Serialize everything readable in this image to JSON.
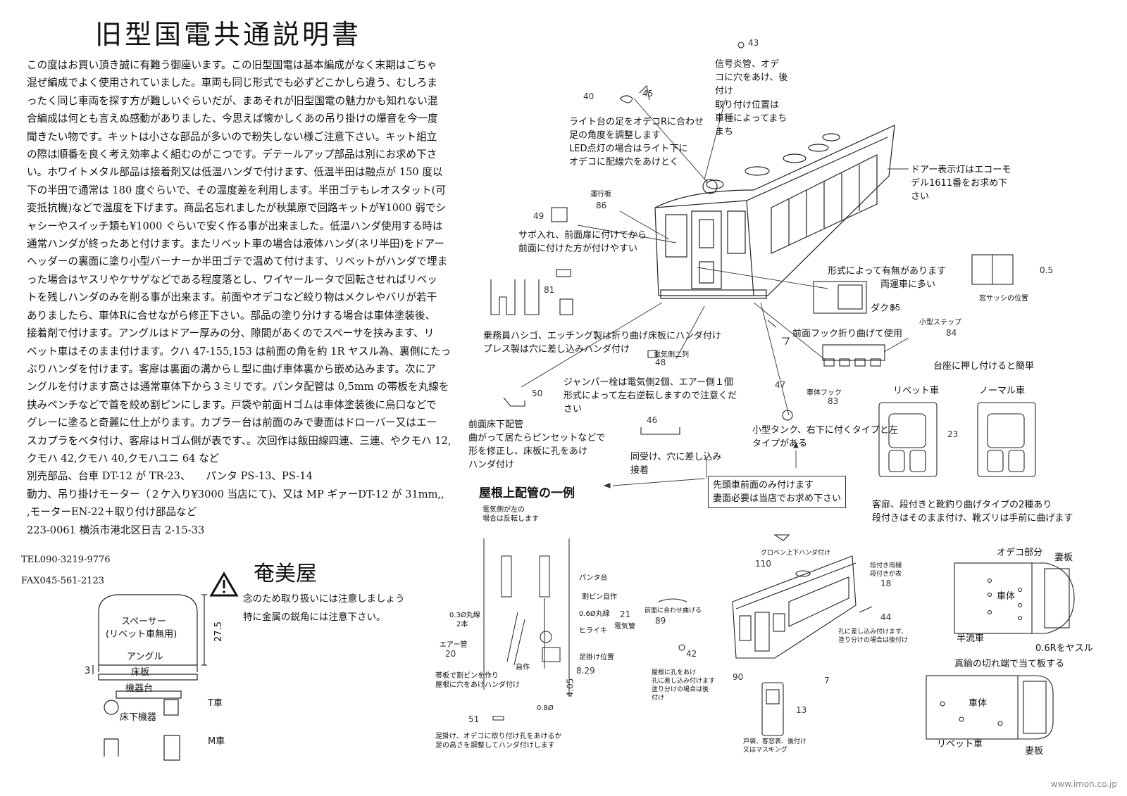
{
  "title": "旧型国電共通説明書",
  "body_lines": [
    "この度はお買い頂き誠に有難う御座います。この旧型国電は基本編成がなく末期はごちゃ",
    "混ぜ編成でよく使用されていました。車両も同じ形式でも必ずどこかしら違う、むしろま",
    "ったく同じ車両を探す方が難しいぐらいだが、まあそれが旧型国電の魅力かも知れない混",
    "合編成は何とも言えぬ感動がありました、今思えば懐かしくあの吊り掛けの爆音を今一度",
    "聞きたい物です。キットは小さな部品が多いので粉失しない様ご注意下さい。キット組立",
    "の際は順番を良く考え効率よく組むのがこつです。デテールアップ部品は別にお求め下さ",
    "い。ホワイトメタル部品は接着剤又は低温ハンダで付けます、低温半田は融点が 150 度以",
    "下の半田で通常は 180 度ぐらいで、その温度差を利用します。半田ゴテもレオスタット(可",
    "変抵抗機)などで温度を下げます。商品名忘れましたが秋葉原で回路キットが¥1000 弱でシ",
    "ャシーやスイッチ類も¥1000 ぐらいで安く作る事が出来ました。低温ハンダ使用する時は",
    "通常ハンダが終ったあと付けます。またリベット車の場合は液体ハンダ(ネリ半田)をドアー",
    "ヘッダーの裏面に塗り小型バーナーか半田ゴテで温めて付けます、リベットがハンダで埋ま",
    "った場合はヤスリやケサゲなどである程度落とし、ワイヤールータで回転させればリベッ",
    "トを残しハンダのみを削る事が出来ます。前面やオデコなど絞り物はメクレやバリが若干",
    "ありましたら、車体Rに合せながら修正下さい。部品の塗り分けする場合は車体塗装後、",
    "接着剤で付けます。アングルはドアー厚みの分、隙間があくのでスペーサを挟みます、リ",
    "ベット車はそのまま付けます。クハ 47-155,153 は前面の角を約 1R ヤスル為、裏側にたっ",
    "ぷりハンダを付けます。客扉は裏面の溝からＬ型に曲げ車体裏から嵌め込みます。次にア",
    "ングルを付けます高さは通常車体下から３ミリです。パンタ配管は 0,5mm の帯板を丸線を",
    "挟みペンチなどで首を絞め割ピンにします。戸袋や前面Ｈゴムは車体塗装後に烏口などで",
    "グレーに塗ると奇麗に仕上がります。カプラー台は前面のみで妻面はドローバー又はエー",
    "スカプラをベタ付け、客扉はＨゴム側が表です、。次回作は飯田線四連、三連、やクモハ 12,",
    "クモハ 42,クモハ 40,クモハユニ 64 など",
    "別売部品、台車 DT-12 が TR-23、　　パンタ PS-13、PS-14",
    "動力、吊り掛けモーター（２ケ入り¥3000 当店にて)、又は MP ギァーDT-12 が 31mm,,",
    ",モーターEN-22＋取り付け部品など",
    "223-0061 横浜市港北区日吉 2-15-33"
  ],
  "shop_name": "奄美屋",
  "tel": "TEL090-3219-9776",
  "fax": "FAX045-561-2123",
  "warning_lines": [
    "念のため取り扱いには注意しましょう",
    "特に金属の鋭角には注意下さい。"
  ],
  "watermark": "www.imon.co.jp",
  "section_diagram": {
    "spacer": "スペーサー",
    "spacer_note": "(リベット車無用)",
    "angle": "アングル",
    "floor": "床板",
    "equip_base": "機器台",
    "underfloor": "床下機器",
    "t_car": "T車",
    "m_car": "M車",
    "dim_height": "27.5",
    "dim_3": "3"
  },
  "main_labels": {
    "signal_pipe": [
      "信号炎管、オデ",
      "コに穴をあけ、後",
      "付け"
    ],
    "signal_pos": [
      "取り付け位置は",
      "車種によってまち",
      "まち"
    ],
    "light_base": [
      "ライト台の足をオデコRに合わせ",
      "足の角度を調整します",
      "LED点灯の場合はライト下に",
      "オデコに配線穴をあけとく"
    ],
    "door_lamp": [
      "ドアー表示灯はエコーモ",
      "デル1611番をお求め下",
      "さい"
    ],
    "run_board": "運行板",
    "sabo": [
      "サボ入れ、前面扉に付けてから",
      "前面に付けた方が付けやすい"
    ],
    "form_varies": [
      "形式によって有無があります",
      "両運車に多い"
    ],
    "duct": "ダクト",
    "window_sash": "窓サッシの位置",
    "step_small": "小型ステップ",
    "front_hook": "前面フック折り曲げて使用",
    "crew_ladder": [
      "乗務員ハシゴ、エッチング製は折り曲げ床板にハンダ付け",
      "プレス製は穴に差し込みハンダ付け"
    ],
    "elec_two": "電気側二列",
    "jumper": [
      "ジャンパー栓は電気側2個、エアー側１個",
      "形式によって左右逆転しますので注意くだ",
      "さい"
    ],
    "body_hook": "車体フック",
    "press_base": "台座に押し付けると簡単",
    "rivet_car": "リベット車",
    "normal_car": "ノーマル車",
    "front_floor_pipe": [
      "前面床下配管",
      "曲がって居たらピンセットなどで",
      "形を修正し、床板に孔をあけ",
      "ハンダ付け"
    ],
    "same_recv": [
      "同受け、穴に差し込み",
      "接着"
    ],
    "small_tank": [
      "小型タンク、右下に付くタイプと左",
      "タイプがある"
    ],
    "lead_car_only": [
      "先頭車前面のみ付けます",
      "妻面必要は当店でお求め下さい"
    ],
    "door_types": [
      "客扉、段付きと靴釣り曲げタイプの2種あり",
      "段付きはそのまま付け、靴ズリは手前に曲げます"
    ],
    "roof_pipe_title": "屋根上配管の一例",
    "elec_left": [
      "電気側が左の",
      "場合は反転します"
    ],
    "panta_base": "パンタ台",
    "split_pin": "割ピン自作",
    "wire_06": "0.6Ø丸線",
    "wire_03": [
      "0.3Ø丸線",
      "2本"
    ],
    "elec_pipe": "電気管",
    "hiraki": "ヒライキ",
    "air_pipe": "エアー管",
    "self_made": "自作",
    "step_pos": "足掛け位置",
    "band_plate": [
      "帯板で割ピンを作り",
      "屋根に穴をあけハンダ付け"
    ],
    "step_note": [
      "足掛け、オデコに取り付け孔をあけるか",
      "足の高さを調整してハンダ付けします"
    ],
    "grab_solder": "グロベン上下ハンダ付け",
    "stepped_handrail": [
      "段付き雨樋",
      "段付きが表"
    ],
    "front_bend": "前面に合わせ曲げる",
    "insert_paint": [
      "孔に差し込み付けます、",
      "塗り分けの場合は後付け"
    ],
    "roof_hole": [
      "屋根に孔をあけ",
      "孔に差し込み付けます",
      "塗り分けの場合は後",
      "付け"
    ],
    "paint_after": [
      "戸袋、客窓表、後付け",
      "又はマスキング"
    ],
    "odeko_part": "オデコ部分",
    "end_plate": "妻板",
    "body": "車体",
    "half_flow": "半流車",
    "r06": "0.6Rをヤスル",
    "bend_edge": "真鍮の切れ端で当て板する",
    "wire_08": "0.8Ø"
  },
  "part_numbers": {
    "n43": "43",
    "n40": "40",
    "n45": "45",
    "n86": "86",
    "n49": "49",
    "n81": "81",
    "n85": "85",
    "n84": "84",
    "n48": "48",
    "n50": "50",
    "n83": "83",
    "n47": "47",
    "n46": "46",
    "n23": "23",
    "n05": "0.5",
    "n20": "20",
    "n21": "21",
    "n51": "51",
    "n110": "110",
    "n18": "18",
    "n89": "89",
    "n44": "44",
    "n42": "42",
    "n90": "90",
    "n7": "7",
    "n13": "13",
    "n829": "8.29",
    "n405": "4.05"
  }
}
